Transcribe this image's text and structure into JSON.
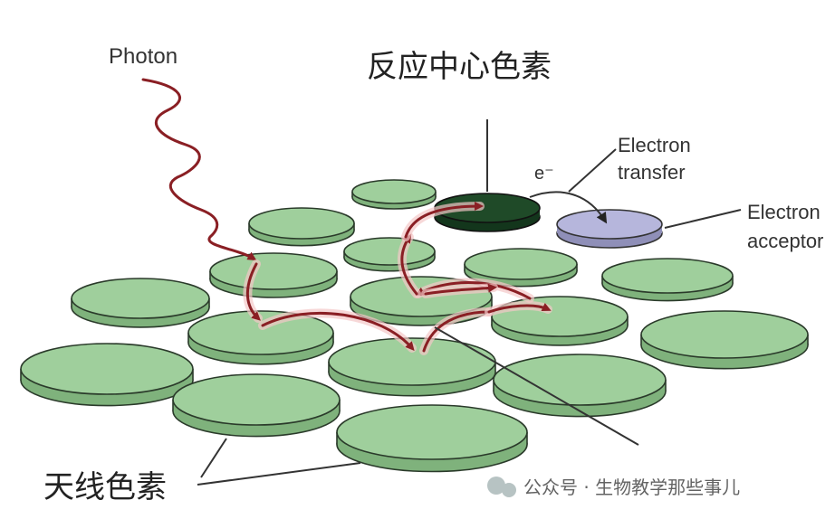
{
  "labels": {
    "photon": "Photon",
    "reaction_center": "反应中心色素",
    "electron_symbol": "e⁻",
    "electron_transfer_line1": "Electron",
    "electron_transfer_line2": "transfer",
    "electron_acceptor_line1": "Electron",
    "electron_acceptor_line2": "acceptor",
    "antenna_pigment": "天线色素",
    "watermark": "公众号 · 生物教学那些事儿"
  },
  "colors": {
    "antenna_disk": "#9fcf9c",
    "reaction_center_disk": "#1f4a28",
    "electron_acceptor_disk": "#b6b6dc",
    "energy_arrow": "#8a1f24"
  }
}
